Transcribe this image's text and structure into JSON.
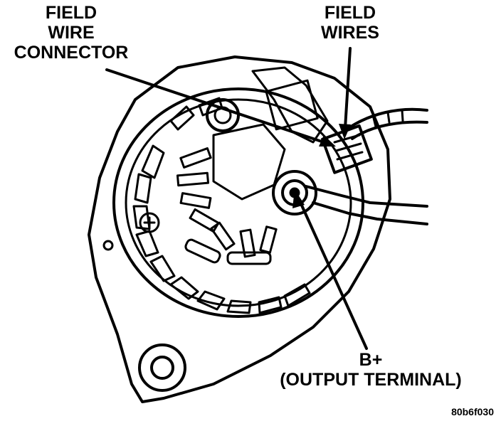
{
  "labels": {
    "field_wire_connector": [
      "FIELD",
      "WIRE",
      "CONNECTOR"
    ],
    "field_wires": [
      "FIELD",
      "WIRES"
    ],
    "output_terminal": [
      "B+",
      "(OUTPUT TERMINAL)"
    ],
    "figure_code": "80b6f030"
  },
  "colors": {
    "ink": "#000000",
    "paper": "#ffffff"
  }
}
